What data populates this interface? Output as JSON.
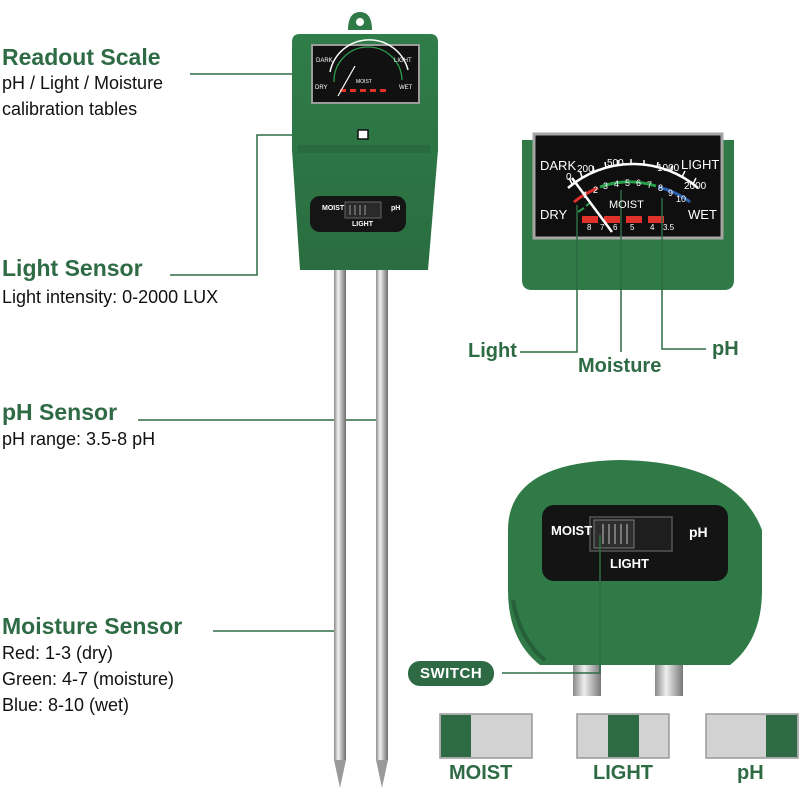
{
  "callouts": {
    "readout": {
      "title": "Readout Scale",
      "lines": [
        "pH / Light / Moisture",
        "calibration tables"
      ]
    },
    "light": {
      "title": "Light Sensor",
      "lines": [
        "Light intensity: 0-2000 LUX"
      ]
    },
    "ph": {
      "title": "pH Sensor",
      "lines": [
        "pH range: 3.5-8 pH"
      ]
    },
    "moisture": {
      "title": "Moisture Sensor",
      "lines": [
        "Red: 1-3 (dry)",
        "Green: 4-7 (moisture)",
        "Blue: 8-10 (wet)"
      ]
    }
  },
  "meter": {
    "dark": "DARK",
    "light": "LIGHT",
    "dry": "DRY",
    "wet": "WET",
    "moist": "MOIST",
    "light_scale": [
      "0",
      "200",
      "500",
      "1000",
      "2000"
    ],
    "moist_scale": [
      "1",
      "2",
      "3",
      "4",
      "5",
      "6",
      "7",
      "8",
      "9",
      "10"
    ],
    "ph_scale": [
      "8",
      "7",
      "6",
      "5",
      "4",
      "3.5"
    ]
  },
  "zoom_labels": {
    "light": "Light",
    "moisture": "Moisture",
    "ph": "pH"
  },
  "switch": {
    "left": "MOIST",
    "right": "pH",
    "bottom": "LIGHT",
    "callout": "SWITCH",
    "small_left": "MOIST",
    "small_right": "pH",
    "small_bottom": "LIGHT"
  },
  "modes": [
    {
      "label": "MOIST",
      "position": "left"
    },
    {
      "label": "LIGHT",
      "position": "center"
    },
    {
      "label": "pH",
      "position": "right"
    }
  ],
  "colors": {
    "brand_green": "#2e6b45",
    "body_green": "#2f7a46",
    "scale_red": "#e0312b",
    "scale_green": "#29a04a",
    "scale_blue": "#2c5fb0"
  }
}
